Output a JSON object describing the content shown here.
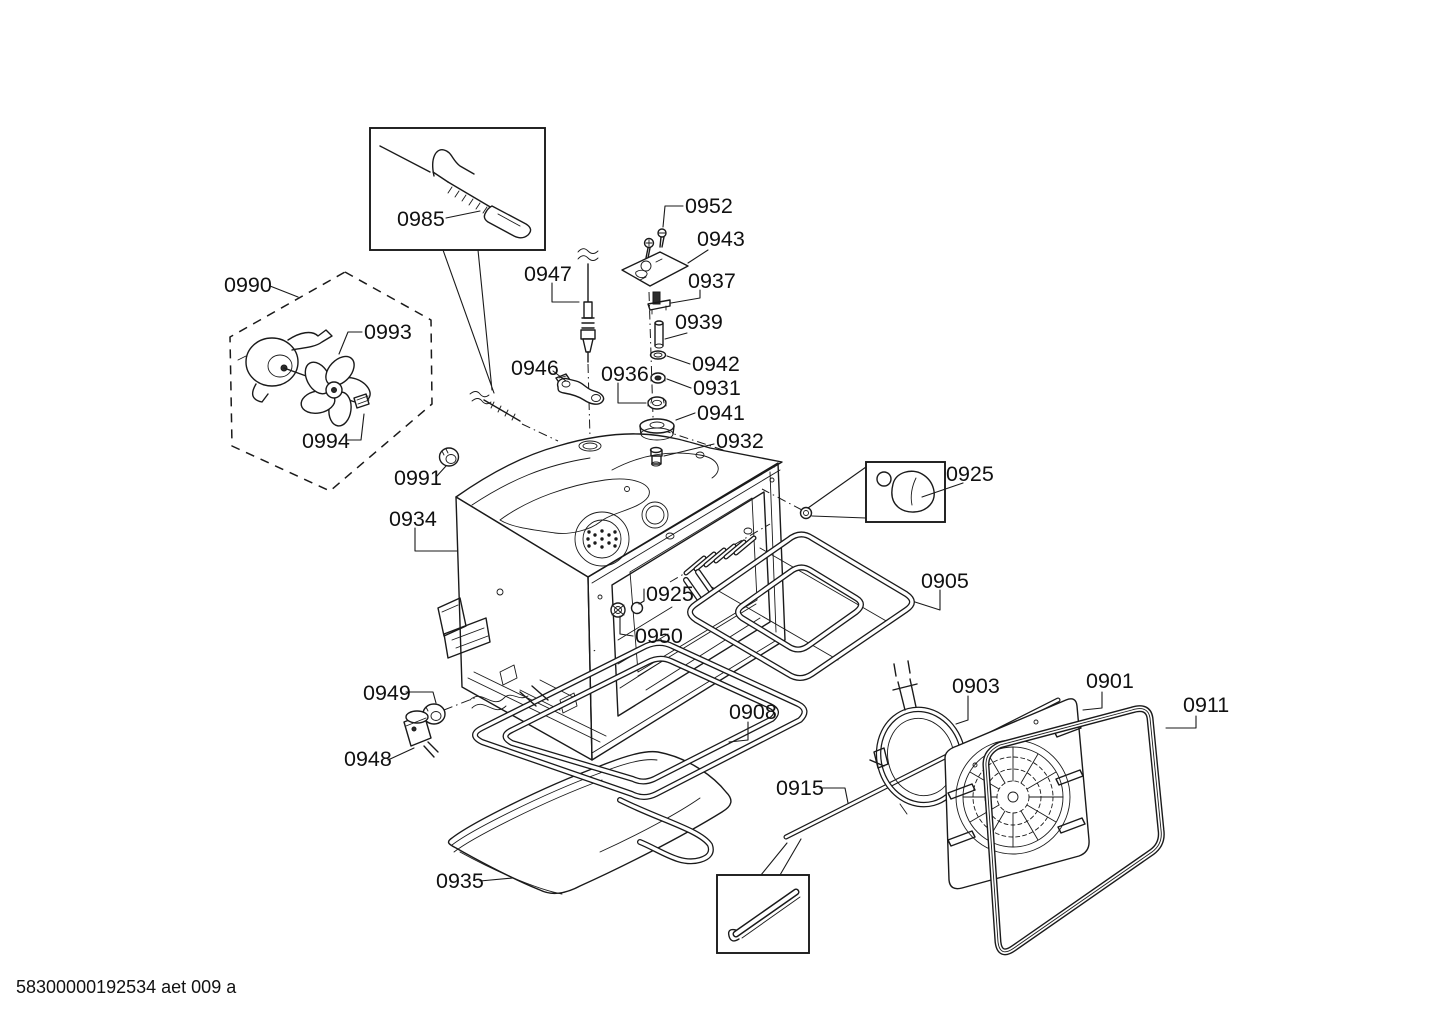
{
  "colors": {
    "line": "#1a1a1a",
    "background": "#ffffff"
  },
  "footer_text": "58300000192534 aet 009 a",
  "labels": {
    "l0985": "0985",
    "l0990": "0990",
    "l0993": "0993",
    "l0994": "0994",
    "l0991": "0991",
    "l0947": "0947",
    "l0946": "0946",
    "l0952": "0952",
    "l0943": "0943",
    "l0937": "0937",
    "l0939": "0939",
    "l0942": "0942",
    "l0936": "0936",
    "l0931": "0931",
    "l0941": "0941",
    "l0932": "0932",
    "l0925_lamp": "0925",
    "l0934": "0934",
    "l0905": "0905",
    "l0925_socket": "0925",
    "l0950": "0950",
    "l0949": "0949",
    "l0948": "0948",
    "l0908": "0908",
    "l0935": "0935",
    "l0915": "0915",
    "l0903": "0903",
    "l0901": "0901",
    "l0911": "0911"
  }
}
